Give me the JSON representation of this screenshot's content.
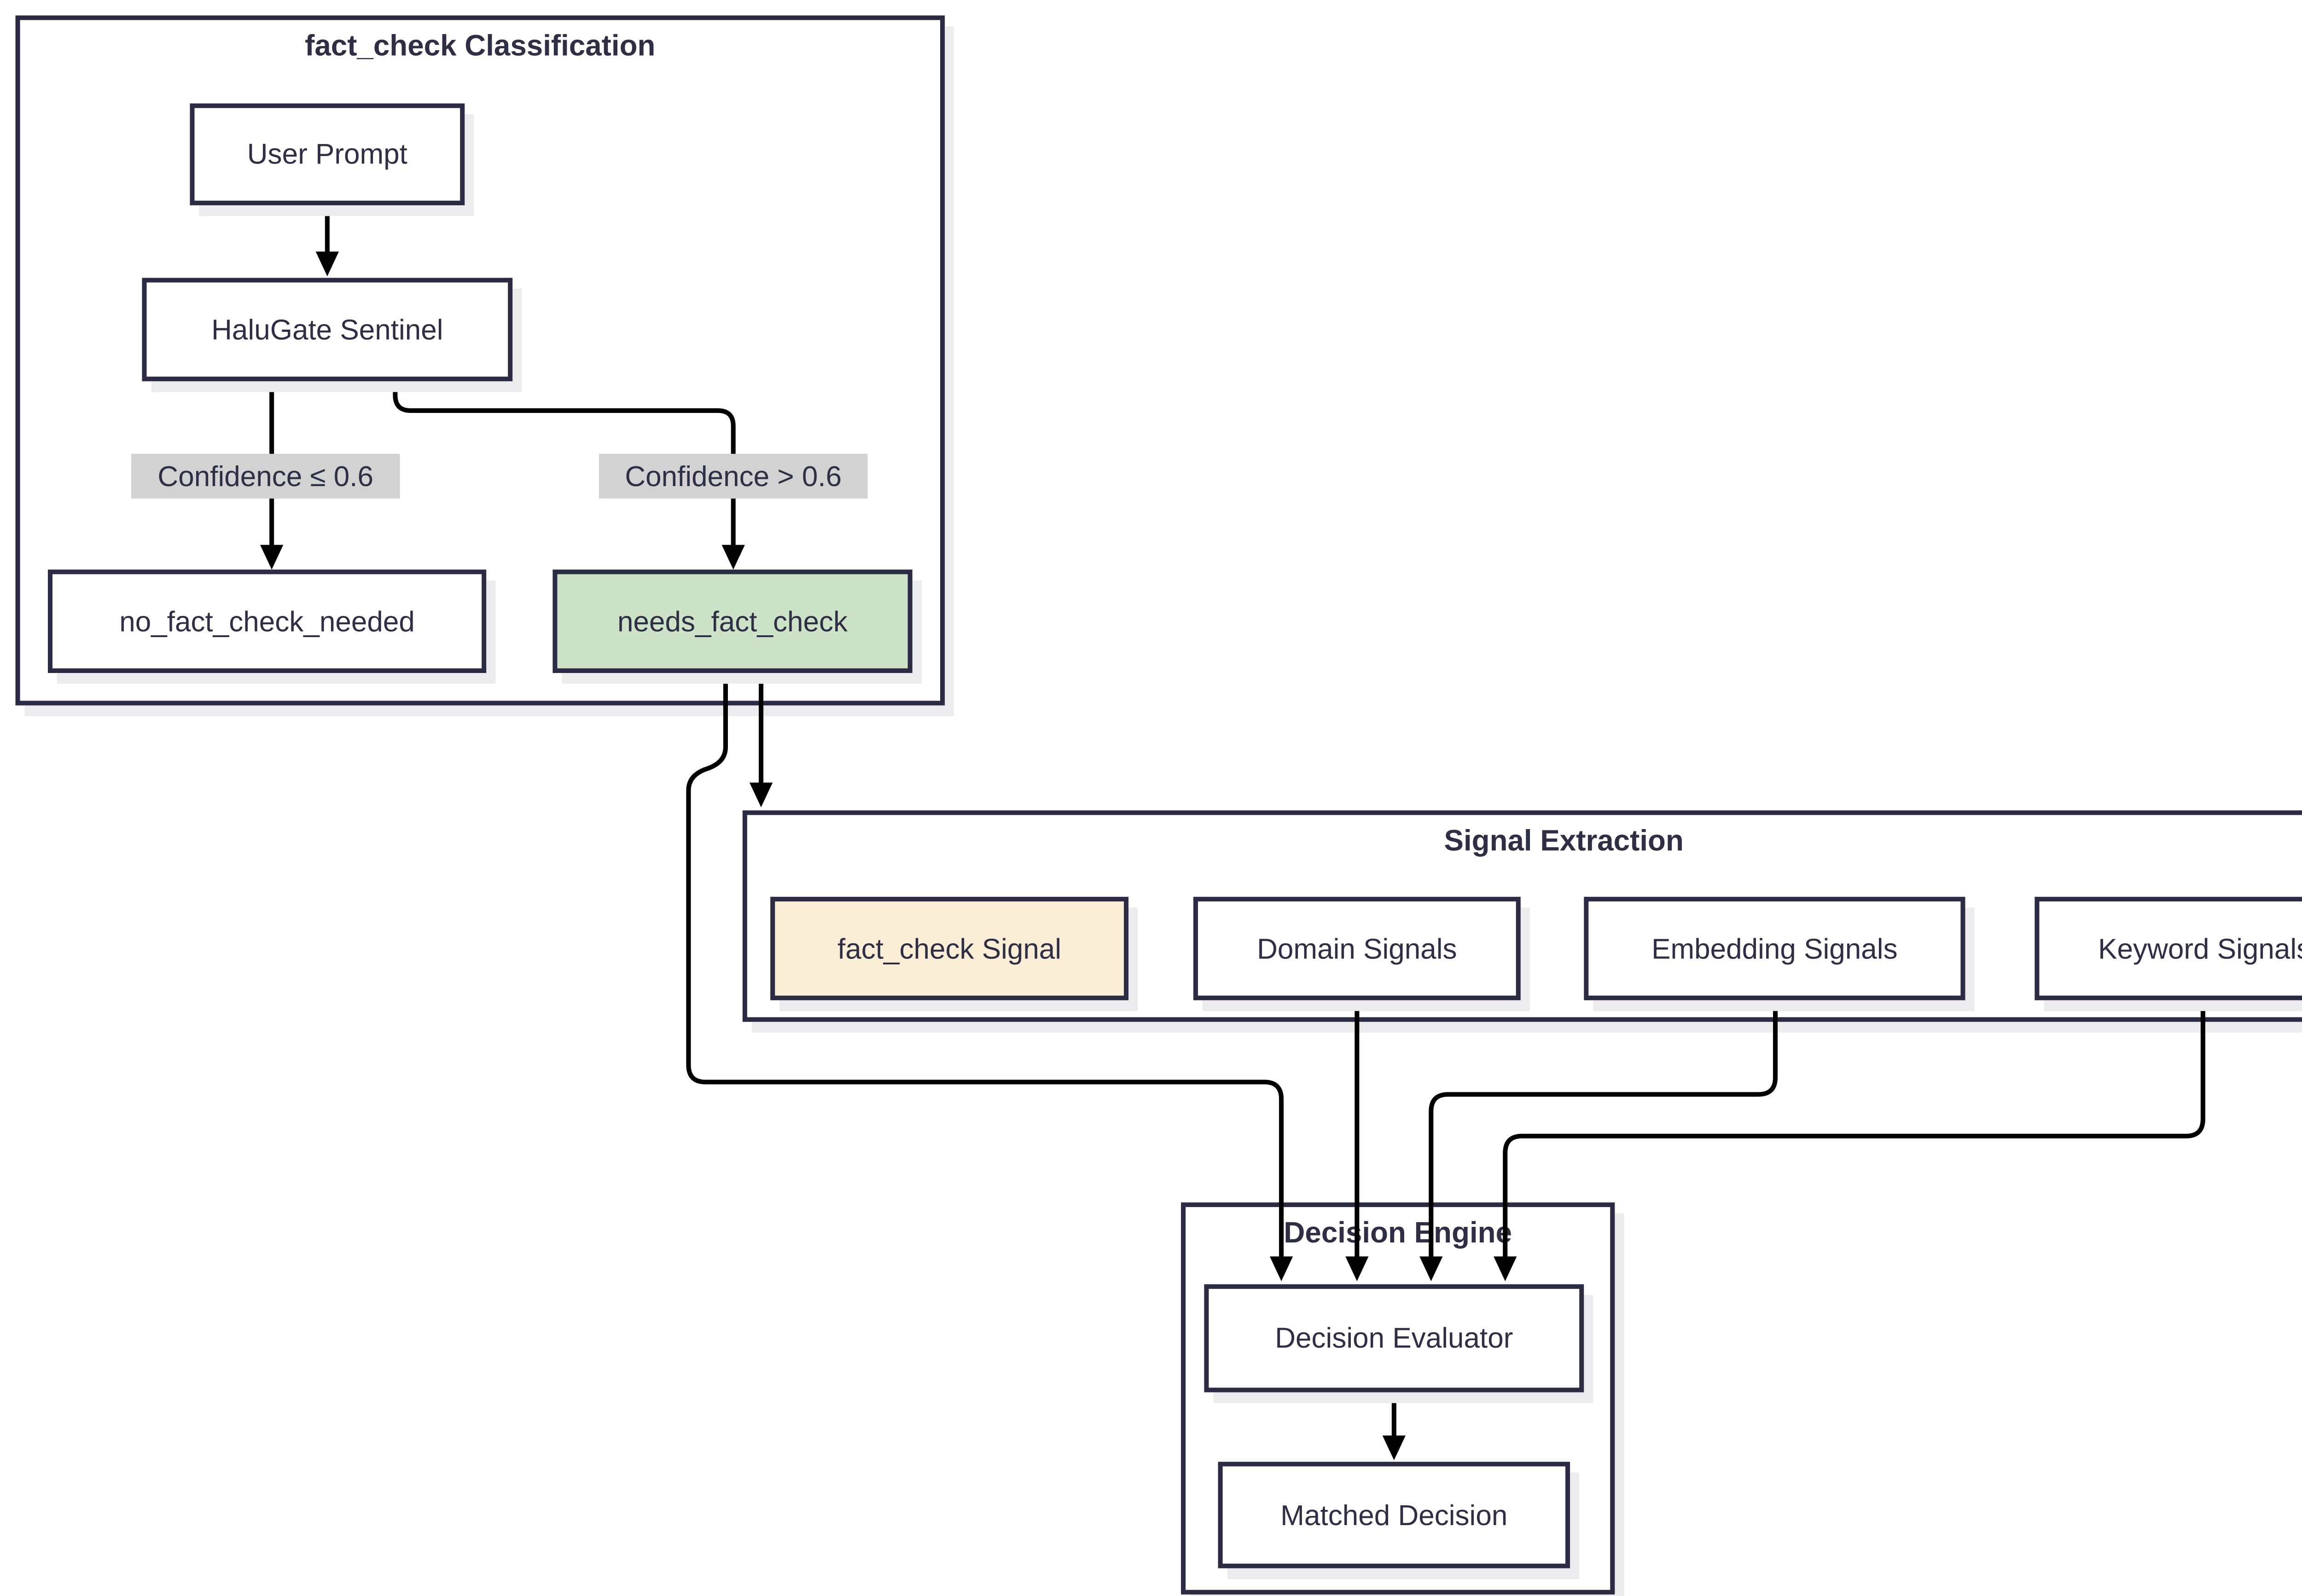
{
  "diagram": {
    "type": "flowchart",
    "direction": "top-down"
  },
  "subgraphs": {
    "classification": {
      "title": "fact_check Classification"
    },
    "signal_extraction": {
      "title": "Signal Extraction"
    },
    "decision_engine": {
      "title": "Decision Engine"
    }
  },
  "nodes": {
    "user_prompt": {
      "label": "User Prompt",
      "fill": "white"
    },
    "halugate_sentinel": {
      "label": "HaluGate Sentinel",
      "fill": "white"
    },
    "no_fact_check_needed": {
      "label": "no_fact_check_needed",
      "fill": "white"
    },
    "needs_fact_check": {
      "label": "needs_fact_check",
      "fill": "green"
    },
    "fact_check_signal": {
      "label": "fact_check Signal",
      "fill": "peach"
    },
    "domain_signals": {
      "label": "Domain Signals",
      "fill": "white"
    },
    "embedding_signals": {
      "label": "Embedding Signals",
      "fill": "white"
    },
    "keyword_signals": {
      "label": "Keyword Signals",
      "fill": "white"
    },
    "decision_evaluator": {
      "label": "Decision Evaluator",
      "fill": "white"
    },
    "matched_decision": {
      "label": "Matched Decision",
      "fill": "white"
    }
  },
  "edge_labels": {
    "low_confidence": "Confidence ≤ 0.6",
    "high_confidence": "Confidence > 0.6"
  },
  "edges": [
    {
      "from": "user_prompt",
      "to": "halugate_sentinel",
      "label": ""
    },
    {
      "from": "halugate_sentinel",
      "to": "no_fact_check_needed",
      "label": "Confidence ≤ 0.6"
    },
    {
      "from": "halugate_sentinel",
      "to": "needs_fact_check",
      "label": "Confidence > 0.6"
    },
    {
      "from": "needs_fact_check",
      "to": "signal_extraction",
      "label": ""
    },
    {
      "from": "needs_fact_check",
      "to": "decision_evaluator",
      "label": ""
    },
    {
      "from": "domain_signals",
      "to": "decision_evaluator",
      "label": ""
    },
    {
      "from": "embedding_signals",
      "to": "decision_evaluator",
      "label": ""
    },
    {
      "from": "keyword_signals",
      "to": "decision_evaluator",
      "label": ""
    },
    {
      "from": "decision_evaluator",
      "to": "matched_decision",
      "label": ""
    }
  ],
  "colors": {
    "page_bg": "#ffffff",
    "node_border": "#2b2b44",
    "node_fill": "#ffffff",
    "node_text": "#2e2e45",
    "green_fill": "#cde3c8",
    "peach_fill": "#fbeed7",
    "label_bg": "#d2d2d2",
    "edge_stroke": "#000000",
    "shadow": "#ececef"
  }
}
